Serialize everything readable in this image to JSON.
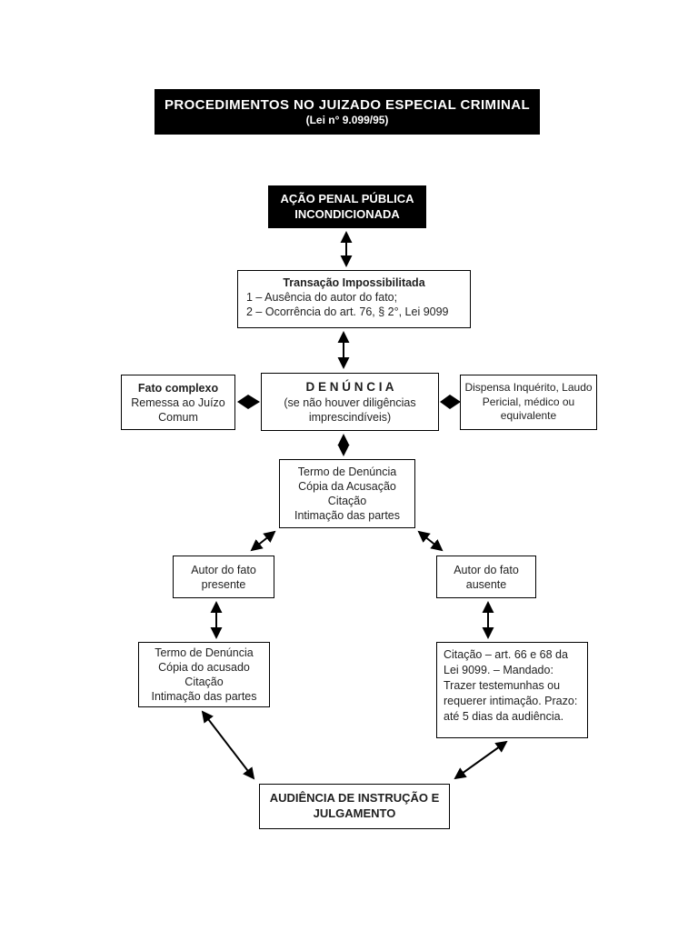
{
  "page": {
    "background": "#ffffff"
  },
  "colors": {
    "banner_bg": "#000000",
    "banner_text": "#ffffff",
    "box_bg": "#ffffff",
    "border": "#000000",
    "text": "#1f1f1f",
    "arrow": "#000000"
  },
  "banner": {
    "title": "PROCEDIMENTOS NO JUIZADO ESPECIAL CRIMINAL",
    "subtitle": "(Lei n° 9.099/95)"
  },
  "nodes": {
    "acao_penal": {
      "lines": [
        "AÇÃO PENAL PÚBLICA",
        "INCONDICIONADA"
      ]
    },
    "transacao": {
      "title": "Transação Impossibilitada",
      "items": [
        "1 – Ausência do autor do fato;",
        "2 – Ocorrência do art. 76, § 2°, Lei 9099"
      ]
    },
    "fato_complexo": {
      "title": "Fato complexo",
      "body": "Remessa ao Juízo Comum"
    },
    "denuncia": {
      "title": "D E N Ú N C I A",
      "body": "(se não houver diligências imprescindíveis)"
    },
    "dispensa_inquerito": {
      "body": "Dispensa Inquérito, Laudo Pericial, médico ou equivalente"
    },
    "termo_denuncia_acusacao": {
      "lines": [
        "Termo de Denúncia",
        "Cópia da Acusação",
        "Citação",
        "Intimação das partes"
      ]
    },
    "autor_presente": {
      "lines": [
        "Autor do fato",
        "presente"
      ]
    },
    "autor_ausente": {
      "lines": [
        "Autor do fato",
        "ausente"
      ]
    },
    "termo_denuncia_acusado": {
      "lines": [
        "Termo de Denúncia",
        "Cópia do acusado",
        "Citação",
        "Intimação das partes"
      ]
    },
    "citacao_mandado": {
      "body": "Citação – art. 66 e 68 da Lei 9099. – Mandado: Trazer testemunhas ou requerer intimação. Prazo: até 5 dias da audiência."
    },
    "audiencia": {
      "lines": [
        "AUDIÊNCIA DE INSTRUÇÃO E",
        "JULGAMENTO"
      ]
    }
  },
  "edges": [
    {
      "from": "acao_penal",
      "to": "transacao",
      "style": "double-arrow-vertical"
    },
    {
      "from": "transacao",
      "to": "denuncia",
      "style": "double-arrow-vertical"
    },
    {
      "from": "fato_complexo",
      "to": "denuncia",
      "style": "double-arrow-horizontal-diamond"
    },
    {
      "from": "denuncia",
      "to": "dispensa_inquerito",
      "style": "double-arrow-horizontal-diamond"
    },
    {
      "from": "denuncia",
      "to": "termo_denuncia_acusacao",
      "style": "double-arrow-vertical"
    },
    {
      "from": "termo_denuncia_acusacao",
      "to": "autor_presente",
      "style": "double-arrow-diagonal"
    },
    {
      "from": "termo_denuncia_acusacao",
      "to": "autor_ausente",
      "style": "double-arrow-diagonal"
    },
    {
      "from": "autor_presente",
      "to": "termo_denuncia_acusado",
      "style": "double-arrow-vertical"
    },
    {
      "from": "autor_ausente",
      "to": "citacao_mandado",
      "style": "double-arrow-vertical"
    },
    {
      "from": "termo_denuncia_acusado",
      "to": "audiencia",
      "style": "double-arrow-diagonal"
    },
    {
      "from": "citacao_mandado",
      "to": "audiencia",
      "style": "double-arrow-diagonal"
    }
  ]
}
